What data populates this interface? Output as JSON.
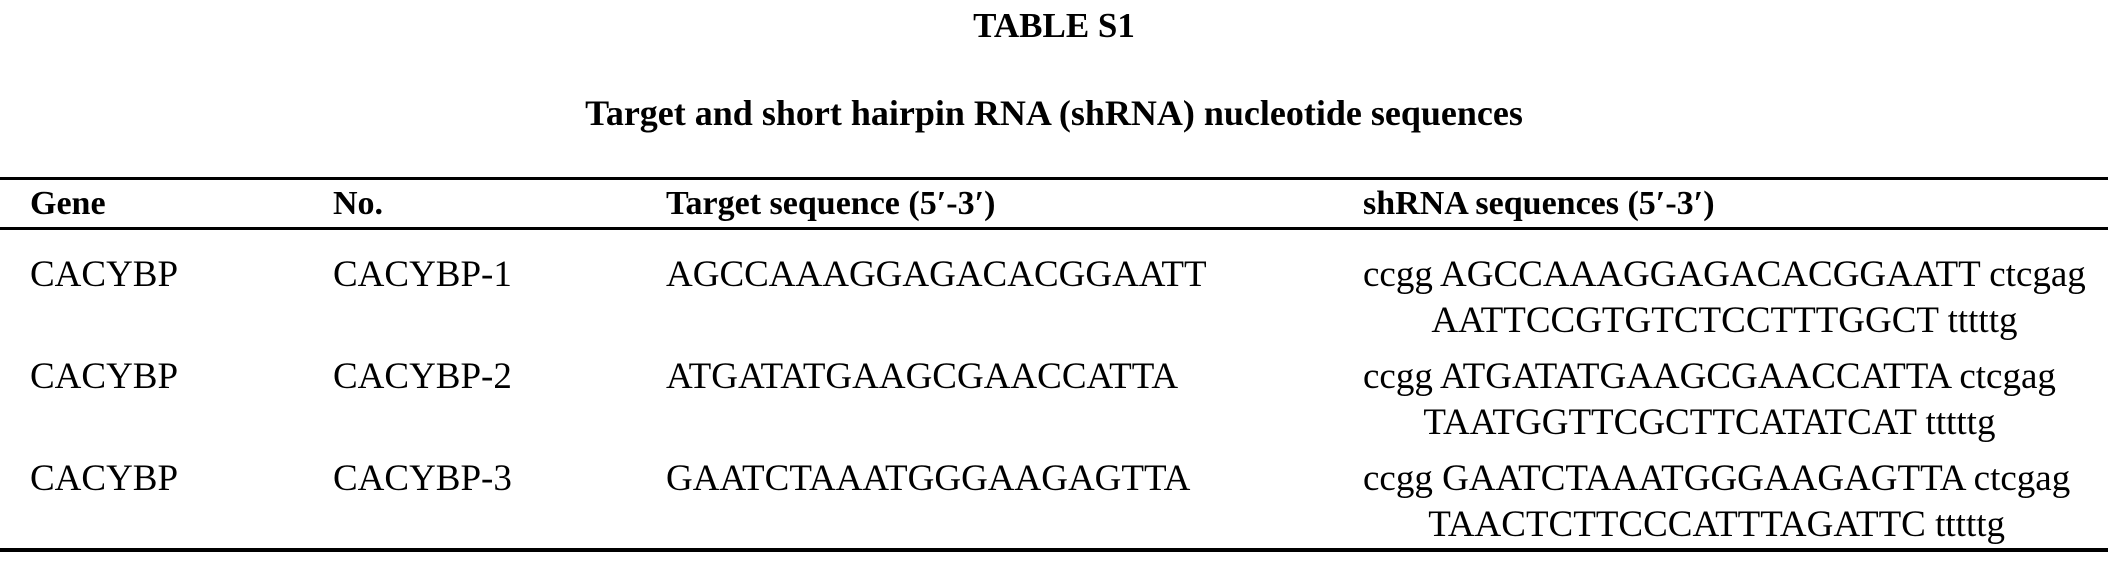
{
  "page": {
    "title": "TABLE S1",
    "subtitle": "Target and short hairpin RNA (shRNA) nucleotide sequences"
  },
  "colors": {
    "background": "#ffffff",
    "text": "#000000",
    "rule": "#000000"
  },
  "table": {
    "columns": [
      "Gene",
      "No.",
      "Target sequence (5′-3′)",
      "shRNA sequences (5′-3′)"
    ],
    "rows": [
      {
        "gene": "CACYBP",
        "no": "CACYBP-1",
        "target_sequence": "AGCCAAAGGAGACACGGAATT",
        "shrna_line1": "ccgg AGCCAAAGGAGACACGGAATT ctcgag",
        "shrna_line2": "AATTCCGTGTCTCCTTTGGCT tttttg"
      },
      {
        "gene": "CACYBP",
        "no": "CACYBP-2",
        "target_sequence": "ATGATATGAAGCGAACCATTA",
        "shrna_line1": "ccgg ATGATATGAAGCGAACCATTA ctcgag",
        "shrna_line2": "TAATGGTTCGCTTCATATCAT tttttg"
      },
      {
        "gene": "CACYBP",
        "no": "CACYBP-3",
        "target_sequence": "GAATCTAAATGGGAAGAGTTA",
        "shrna_line1": "ccgg GAATCTAAATGGGAAGAGTTA ctcgag",
        "shrna_line2": "TAACTCTTCCCATTTAGATTC tttttg"
      }
    ]
  }
}
